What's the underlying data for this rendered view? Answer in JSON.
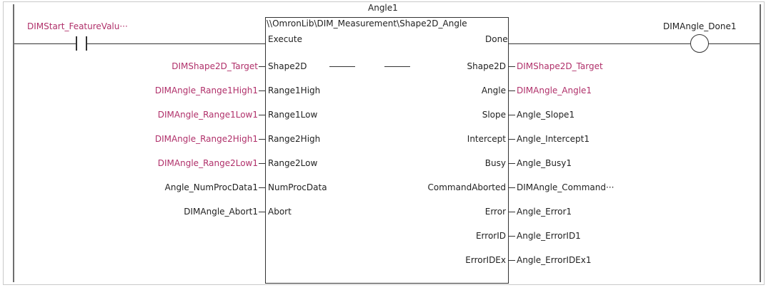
{
  "contact": {
    "label": "DIMStart_FeatureValu···"
  },
  "block": {
    "instance": "Angle1",
    "path": "\\\\OmronLib\\DIM_Measurement\\Shape2D_Angle",
    "execute_pin": "Execute",
    "done_pin": "Done"
  },
  "coil": {
    "label": "DIMAngle_Done1"
  },
  "inputs": [
    {
      "var": "DIMShape2D_Target",
      "pin": "Shape2D"
    },
    {
      "var": "DIMAngle_Range1High1",
      "pin": "Range1High"
    },
    {
      "var": "DIMAngle_Range1Low1",
      "pin": "Range1Low"
    },
    {
      "var": "DIMAngle_Range2High1",
      "pin": "Range2High"
    },
    {
      "var": "DIMAngle_Range2Low1",
      "pin": "Range2Low"
    },
    {
      "var": "Angle_NumProcData1",
      "pin": "NumProcData"
    },
    {
      "var": "DIMAngle_Abort1",
      "pin": "Abort"
    }
  ],
  "outputs": [
    {
      "pin": "Shape2D",
      "var": "DIMShape2D_Target"
    },
    {
      "pin": "Angle",
      "var": "DIMAngle_Angle1"
    },
    {
      "pin": "Slope",
      "var": "Angle_Slope1"
    },
    {
      "pin": "Intercept",
      "var": "Angle_Intercept1"
    },
    {
      "pin": "Busy",
      "var": "Angle_Busy1"
    },
    {
      "pin": "CommandAborted",
      "var": "DIMAngle_Command···"
    },
    {
      "pin": "Error",
      "var": "Angle_Error1"
    },
    {
      "pin": "ErrorID",
      "var": "Angle_ErrorID1"
    },
    {
      "pin": "ErrorIDEx",
      "var": "Angle_ErrorIDEx1"
    }
  ],
  "colors": {
    "variable_red": "#b0306a",
    "wire": "#333333",
    "rail": "#6e6e6e"
  }
}
